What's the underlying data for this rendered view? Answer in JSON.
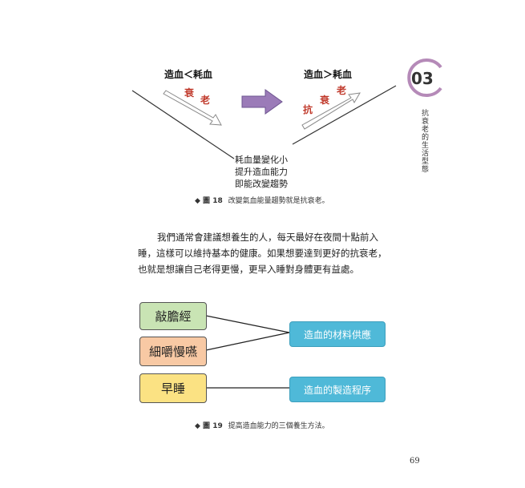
{
  "chapter": {
    "number": "03",
    "title": "抗衰老的生活型態"
  },
  "figure18": {
    "left_label": "造血＜耗血",
    "left_words": [
      "衰",
      "老"
    ],
    "right_label": "造血＞耗血",
    "right_words": [
      "抗",
      "衰",
      "老"
    ],
    "bottom_lines": [
      "耗血量變化小",
      "提升造血能力",
      "即能改變趨勢"
    ],
    "caption_num": "◆ 圖 18",
    "caption_text": "改變氣血能量趨勢就是抗衰老。"
  },
  "paragraph": {
    "lines": [
      "我們通常會建議想養生的人，每天最好在夜間十點前入",
      "睡，這樣可以維持基本的健康。如果想要達到更好的抗衰老，",
      "也就是想讓自己老得更慢，更早入睡對身體更有益處。"
    ]
  },
  "figure19": {
    "left_boxes": [
      {
        "label": "敲膽經",
        "color": "#c9e4b4"
      },
      {
        "label": "細嚼慢嚥",
        "color": "#f8c9a4"
      },
      {
        "label": "早睡",
        "color": "#fbe283"
      }
    ],
    "right_boxes": [
      "造血的材料供應",
      "造血的製造程序"
    ],
    "caption_num": "◆ 圖 19",
    "caption_text": "提高造血能力的三個養生方法。"
  },
  "page_number": "69",
  "colors": {
    "chapter_circle": "#b58ab8",
    "arrow": "#9b7bb8",
    "box_blue": "#4fb9d8"
  }
}
